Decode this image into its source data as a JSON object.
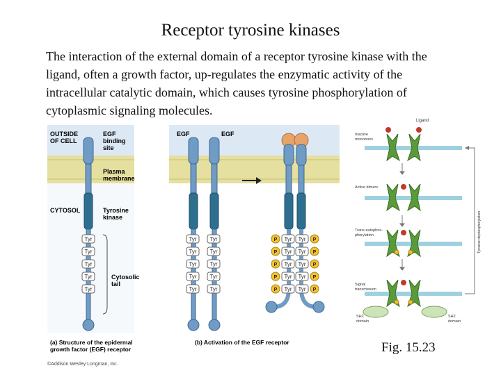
{
  "title": "Receptor tyrosine kinases",
  "paragraph": "The interaction of the external domain of a receptor tyrosine kinase with the ligand, often a growth factor, up-regulates the enzymatic activity of the intracellular catalytic domain, which causes tyrosine phosphorylation of cytoplasmic signaling molecules.",
  "figure_ref": "Fig. 15.23",
  "panel_a": {
    "outside_label": "OUTSIDE\nOF CELL",
    "egf_site_label": "EGF\nbinding\nsite",
    "membrane_label": "Plasma\nmembrane",
    "cytosol_label": "CYTOSOL",
    "kinase_label": "Tyrosine\nkinase",
    "tail_label": "Cytosolic\ntail",
    "caption": "(a) Structure of the epidermal\ngrowth factor (EGF) receptor",
    "copyright": "©Addison Wesley Longman, Inc."
  },
  "panel_b": {
    "egf_label_1": "EGF",
    "egf_label_2": "EGF",
    "caption": "(b) Activation of the EGF receptor"
  },
  "tyr_label": "Tyr",
  "p_label": "P",
  "panel_right": {
    "ligand": "Ligand",
    "inactive": "Inactive\nmonomers",
    "active": "Active dimers",
    "trans": "Trans autophos-\nphorylation",
    "signal": "Signal\ntransmission",
    "sh2_left": "SH2\ndomain",
    "sh2_right": "SH2\ndomain",
    "side_label": "Tyrosine dephosphorylation"
  },
  "colors": {
    "membrane": "#e5e0a0",
    "outside": "#dce9f5",
    "receptor": "#6f9bc4",
    "kinase": "#2e6f8f",
    "ligand": "#e7a36a",
    "phosphate": "#f2c230",
    "green": "#5a9a3a"
  }
}
